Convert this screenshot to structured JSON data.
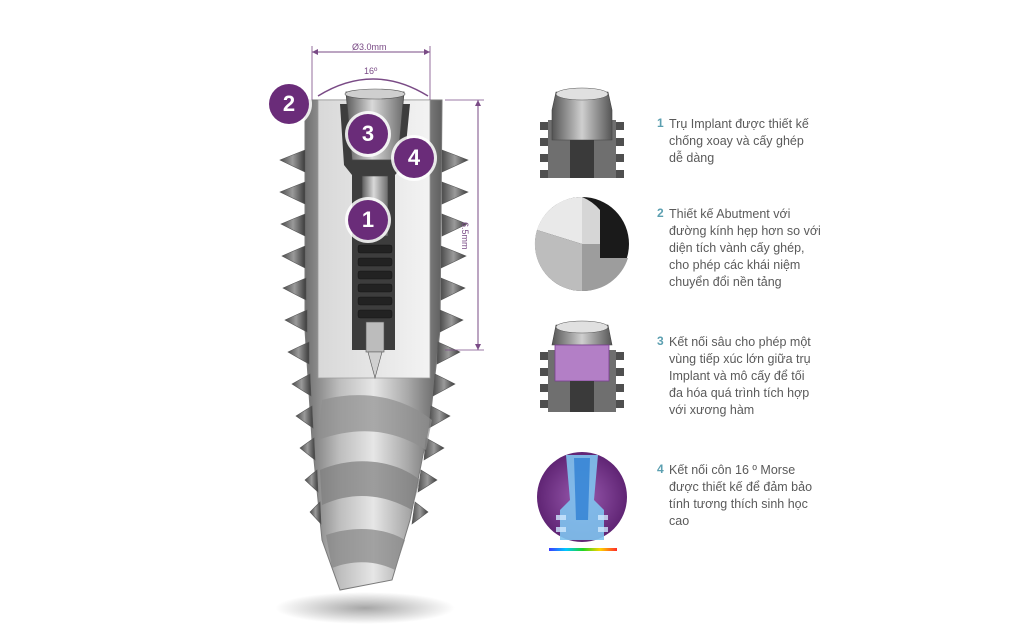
{
  "dimensions": {
    "diameter": "Ø3.0mm",
    "angle": "16º",
    "length": "6.5mm"
  },
  "callouts": [
    "2",
    "3",
    "4",
    "1"
  ],
  "features": [
    {
      "number": "1",
      "lines": [
        "Trụ Implant được thiết kế",
        "chống xoay và cấy ghép",
        "dễ dàng"
      ],
      "thumbnail": "implant-top-thumbnail"
    },
    {
      "number": "2",
      "lines": [
        "Thiết kế Abutment với",
        "đường kính hẹp hơn so với",
        "diện tích vành cấy ghép,",
        "cho phép các khái niệm",
        "chuyển đổi nền tảng"
      ],
      "thumbnail": "platform-switch-thumbnail"
    },
    {
      "number": "3",
      "lines": [
        "Kết nối sâu cho phép một",
        "vùng tiếp xúc lớn giữa trụ",
        "Implant và mô cấy để tối",
        "đa hóa quá trình tích hợp",
        "với xương hàm"
      ],
      "thumbnail": "deep-connection-thumbnail"
    },
    {
      "number": "4",
      "lines": [
        "Kết nối côn 16 º Morse",
        "được thiết kế để đảm bảo",
        "tính tương thích sinh học",
        "cao"
      ],
      "thumbnail": "morse-taper-thumbnail"
    }
  ],
  "colors": {
    "badge": "#6a2c79",
    "number": "#5b9fb0",
    "text": "#5a5a5a",
    "dimension": "#7a4b86"
  }
}
